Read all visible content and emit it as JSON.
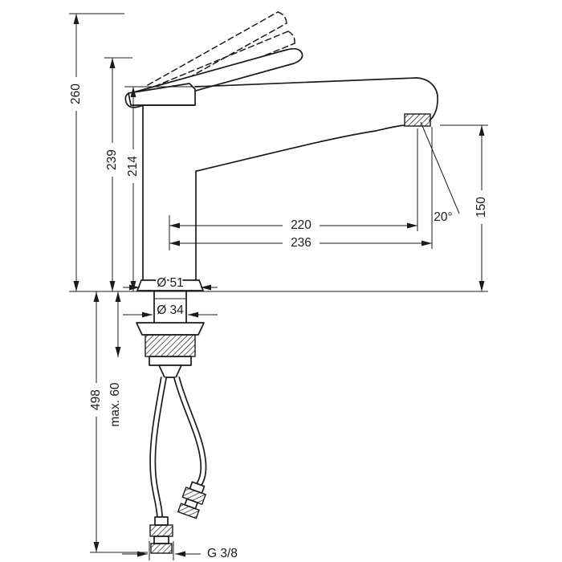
{
  "drawing": {
    "dimensions": {
      "total_height": "260",
      "lever_height": "239",
      "spout_top_height": "214",
      "spout_reach": "220",
      "total_reach": "236",
      "swivel_angle": "20°",
      "outlet_height": "150",
      "base_diameter": "Ø 51",
      "shank_diameter": "Ø 34",
      "hose_length": "498",
      "max_counter_thickness": "max. 60",
      "connection_thread": "G 3/8"
    }
  }
}
